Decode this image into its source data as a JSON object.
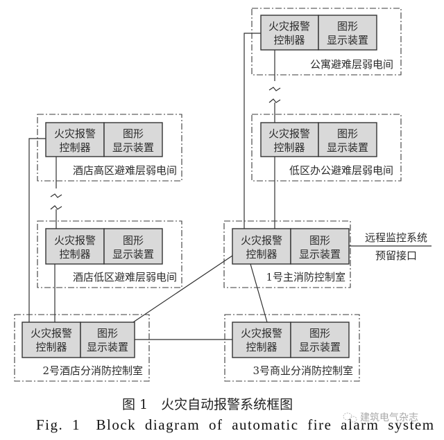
{
  "diagram": {
    "unit_labels": {
      "controller_line1": "火灾报警",
      "controller_line2": "控制器",
      "display_line1": "图形",
      "display_line2": "显示装置"
    },
    "nodes": [
      {
        "id": "apartment-refuge",
        "room_label": "公寓避难层弱电间"
      },
      {
        "id": "office-low-refuge",
        "room_label": "低区办公避难层弱电间"
      },
      {
        "id": "hotel-high-refuge",
        "room_label": "酒店高区避难层弱电间"
      },
      {
        "id": "hotel-low-refuge",
        "room_label": "酒店低区避难层弱电间"
      },
      {
        "id": "main-control-1",
        "room_label": "1号主消防控制室"
      },
      {
        "id": "hotel-sub-control-2",
        "room_label": "2号酒店分消防控制室"
      },
      {
        "id": "commercial-sub-control-3",
        "room_label": "3号商业分消防控制室"
      }
    ],
    "external_interface": {
      "line1": "远程监控系统",
      "line2": "预留接口"
    },
    "connections": [
      [
        "apartment-refuge",
        "office-low-refuge",
        "break"
      ],
      [
        "office-low-refuge",
        "main-control-1",
        "direct"
      ],
      [
        "apartment-refuge",
        "main-control-1",
        "direct"
      ],
      [
        "hotel-high-refuge",
        "hotel-low-refuge",
        "break"
      ],
      [
        "hotel-low-refuge",
        "hotel-sub-control-2",
        "direct"
      ],
      [
        "hotel-high-refuge",
        "hotel-sub-control-2",
        "direct"
      ],
      [
        "main-control-1",
        "hotel-sub-control-2",
        "direct"
      ],
      [
        "main-control-1",
        "commercial-sub-control-3",
        "direct"
      ],
      [
        "hotel-sub-control-2",
        "commercial-sub-control-3",
        "direct"
      ],
      [
        "main-control-1",
        "external-interface",
        "direct"
      ]
    ]
  },
  "caption": {
    "cn": "图 1　火灾自动报警系统框图",
    "en": "Fig. 1　Block diagram of automatic fire alarm system"
  },
  "watermark": "建筑电气杂志"
}
